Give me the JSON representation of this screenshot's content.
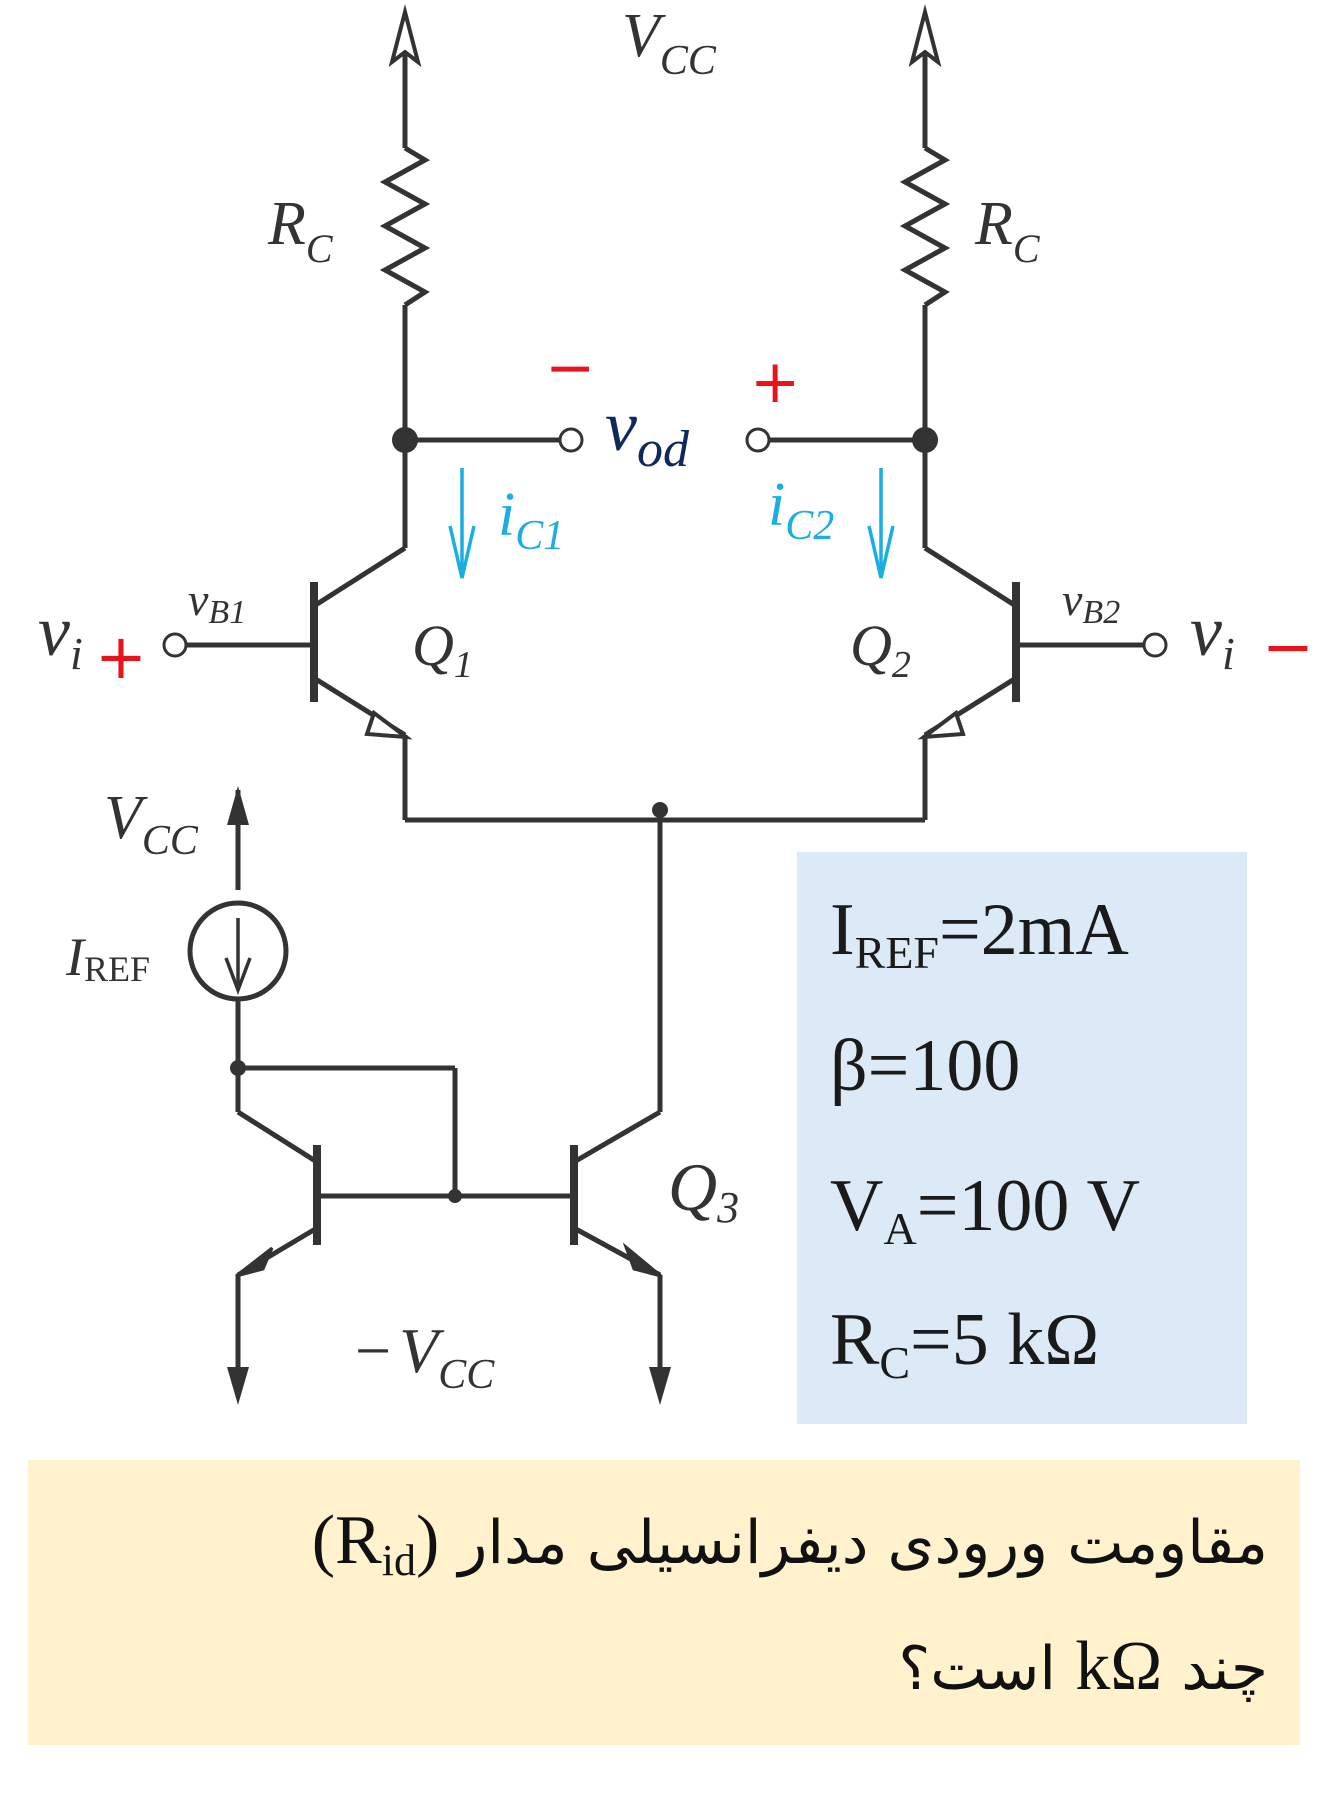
{
  "diagram": {
    "vcc_top": "V",
    "vcc_top_sub": "CC",
    "rc_left": "R",
    "rc_left_sub": "C",
    "rc_right": "R",
    "rc_right_sub": "C",
    "vod": "v",
    "vod_sub": "od",
    "vod_minus": "−",
    "vod_plus": "+",
    "ic1": "i",
    "ic1_sub": "C1",
    "ic2": "i",
    "ic2_sub": "C2",
    "vin_plus": "v",
    "vin_plus_sub": "i",
    "vin_plus_sign": "+",
    "vin_minus": "v",
    "vin_minus_sub": "i",
    "vin_minus_sign": "−",
    "vb1": "v",
    "vb1_sub": "B1",
    "vb2": "v",
    "vb2_sub": "B2",
    "q1": "Q",
    "q1_sub": "1",
    "q2": "Q",
    "q2_sub": "2",
    "q3": "Q",
    "q3_sub": "3",
    "vcc_src": "V",
    "vcc_src_sub": "CC",
    "iref": "I",
    "iref_sub": "REF",
    "neg_vcc_sign": "−",
    "neg_vcc": "V",
    "neg_vcc_sub": "CC"
  },
  "params": {
    "iref_main": "I",
    "iref_sub": "REF",
    "iref_value": "=2mA",
    "beta": "β=100",
    "va_main": "V",
    "va_sub": "A",
    "va_value": "=100 V",
    "rc_main": "R",
    "rc_sub": "C",
    "rc_value": "=5 kΩ"
  },
  "question": {
    "line1_fa": "مقاومت ورودی دیفرانسیلی مدار",
    "rid_main": "(R",
    "rid_sub": "id",
    "rid_close": ")",
    "line2_fa_a": "چند",
    "unit": "kΩ",
    "line2_fa_b": "است؟"
  },
  "colors": {
    "wire": "#333333",
    "current_arrow": "#1aaee4",
    "polarity": "#e8141b",
    "vod_label": "#0f2a5a",
    "params_bg": "#dce9f6",
    "question_bg": "#fff2cc"
  }
}
